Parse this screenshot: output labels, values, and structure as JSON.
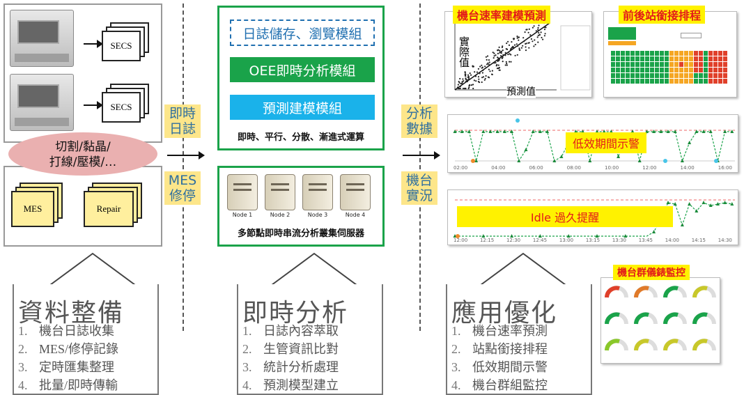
{
  "left": {
    "secs_label_1": "SECS",
    "secs_label_2": "SECS",
    "process_text": "切割/黏晶/\n打線/壓模/…",
    "mes_doc": "MES",
    "repair_doc": "Repair"
  },
  "connectors": {
    "realtime_log": "即時\n日誌",
    "mes_repair": "MES\n修停",
    "analysis_data": "分析\n數據",
    "machine_status": "機台\n實況"
  },
  "center": {
    "module_log": "日誌儲存、瀏覽模組",
    "module_oee": "OEE即時分析模組",
    "module_predict": "預測建模模組",
    "compute_caption": "即時、平行、分散、漸進式運算",
    "nodes": [
      "Node 1",
      "Node 2",
      "Node 3",
      "Node 4"
    ],
    "cluster_caption": "多節點即時串流分析叢集伺服器"
  },
  "panels": [
    {
      "title": "資料整備",
      "items": [
        "機台日誌收集",
        "MES/修停記錄",
        "定時匯集整理",
        "批量/即時傳輸"
      ]
    },
    {
      "title": "即時分析",
      "items": [
        "日誌內容萃取",
        "生管資訊比對",
        "統計分析處理",
        "預測模型建立"
      ]
    },
    {
      "title": "應用優化",
      "items": [
        "機台速率預測",
        "站點銜接排程",
        "低效期間示警",
        "機台群組監控"
      ]
    }
  ],
  "right": {
    "label_speed_model": "機台速率建模預測",
    "label_schedule": "前後站銜接排程",
    "axis_y_label": "實\n際\n值",
    "axis_x_label": "預測值",
    "label_low_eff": "低效期間示警",
    "label_idle": "Idle 過久提醒",
    "label_gauges": "機台群儀錶監控",
    "timeline_ticks_1": [
      "02:00",
      "04:00",
      "06:00",
      "08:00",
      "10:00",
      "12:00",
      "14:00",
      "16:00"
    ],
    "timeline_ticks_2": [
      "12:00",
      "12:15",
      "12:30",
      "12:45",
      "13:00",
      "13:15",
      "13:30",
      "13:45",
      "14:00",
      "14:15",
      "14:30"
    ]
  },
  "colors": {
    "green_border": "#1aa34a",
    "module_oee_bg": "#1aa34a",
    "module_predict_bg": "#1ab2ea",
    "label_yellow": "#fff200",
    "label_red": "#e31a1a",
    "connector_bg": "#fde68a",
    "connector_text": "#2f6f9f"
  }
}
